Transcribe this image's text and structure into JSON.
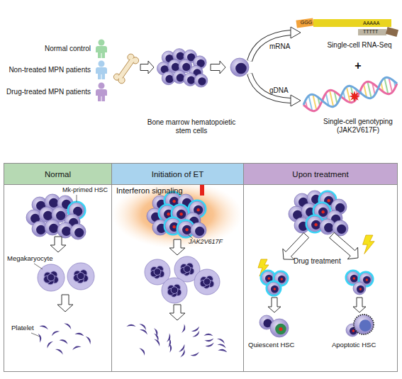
{
  "diagram": {
    "nodes": [
      {
        "text": [
          "Normal"
        ]
      },
      {
        "text": [
          "Initiation of ET"
        ]
      },
      {
        "text": [
          "Upon treatment"
        ]
      }
    ],
    "labels": [
      "Normal control",
      "Non-treated MPN patients",
      "Drug-treated MPN patients",
      "Bone marrow hematopoietic stem cells",
      "mRNA",
      "gDNA",
      "GGG",
      "AAAAA",
      "TTTTT",
      "Single-cell RNA-Seq",
      "+",
      "Single-cell genotyping (JAK2V617F)",
      "Mk-primed HSC",
      "Megakaryocyte",
      "Platelet",
      "Interferon signaling",
      "JAK2V617F",
      "Drug treatment",
      "Quiescent HSC",
      "Apoptotic HSC"
    ]
  }
}
